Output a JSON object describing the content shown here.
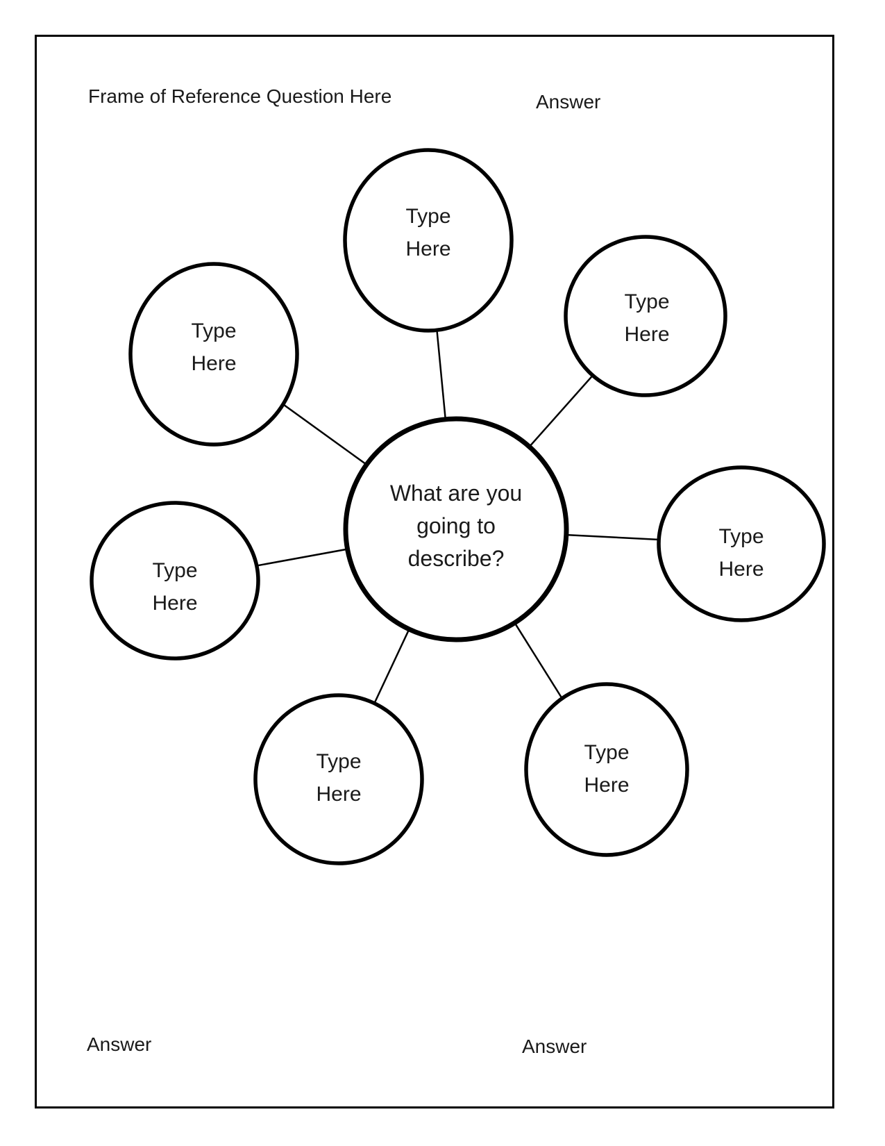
{
  "labels": {
    "frame_question": "Frame of Reference Question Here",
    "answer_top": "Answer",
    "answer_bottom_left": "Answer",
    "answer_bottom_right": "Answer"
  },
  "central_bubble": {
    "lines": [
      "What are you",
      "going to",
      "describe?"
    ]
  },
  "bubbles": [
    {
      "position": "top",
      "lines": [
        "Type",
        "Here"
      ]
    },
    {
      "position": "top-right",
      "lines": [
        "Type",
        "Here"
      ]
    },
    {
      "position": "right",
      "lines": [
        "Type",
        "Here"
      ]
    },
    {
      "position": "bottom-right",
      "lines": [
        "Type",
        "Here"
      ]
    },
    {
      "position": "bottom-left",
      "lines": [
        "Type",
        "Here"
      ]
    },
    {
      "position": "left",
      "lines": [
        "Type",
        "Here"
      ]
    },
    {
      "position": "top-left",
      "lines": [
        "Type",
        "Here"
      ]
    }
  ],
  "colors": {
    "background": "#ffffff",
    "stroke": "#000000",
    "text": "#1a1a1a"
  }
}
